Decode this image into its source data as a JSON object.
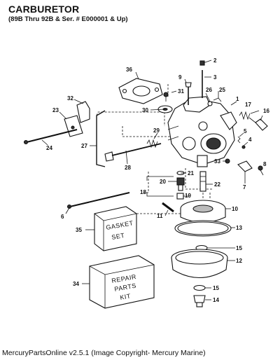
{
  "title": "CARBURETOR",
  "subtitle": "(89B Thru 92B & Ser. # E000001 & Up)",
  "footer": "MercuryPartsOnline v2.5.1 (Image Copyright- Mercury Marine)",
  "boxes": {
    "gasket_set_line1": "GASKET",
    "gasket_set_line2": "SET",
    "repair_kit_line1": "REPAIR",
    "repair_kit_line2": "PARTS",
    "repair_kit_line3": "KIT"
  },
  "part_numbers": {
    "p1": "1",
    "p2": "2",
    "p3": "3",
    "p4": "4",
    "p5": "5",
    "p6": "6",
    "p7": "7",
    "p8": "8",
    "p9": "9",
    "p10": "10",
    "p11": "11",
    "p12": "12",
    "p13": "13",
    "p14": "14",
    "p15a": "15",
    "p15b": "15",
    "p16": "16",
    "p17": "17",
    "p18": "18",
    "p19": "19",
    "p20": "20",
    "p21": "21",
    "p22": "22",
    "p23": "23",
    "p24": "24",
    "p25": "25",
    "p26": "26",
    "p27": "27",
    "p28": "28",
    "p29": "29",
    "p30": "30",
    "p31": "31",
    "p32": "32",
    "p33": "33",
    "p34": "34",
    "p35": "35",
    "p36": "36"
  }
}
